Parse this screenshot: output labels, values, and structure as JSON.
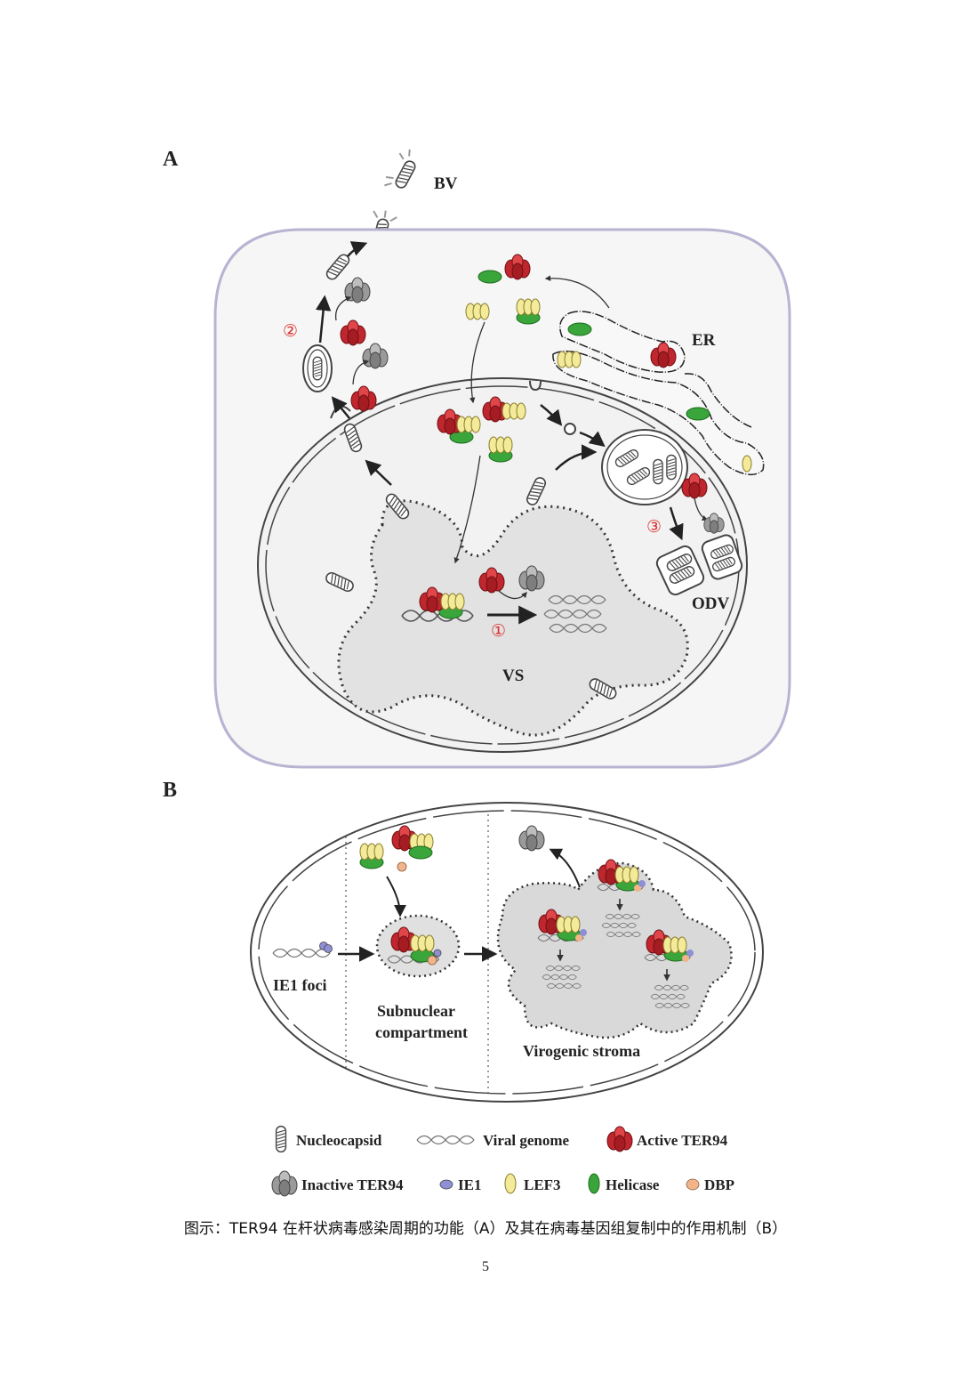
{
  "panel_a": {
    "label": "A",
    "bv_label": "BV",
    "er_label": "ER",
    "odv_label": "ODV",
    "vs_label": "VS",
    "step_1": "①",
    "step_2": "②",
    "step_3": "③"
  },
  "panel_b": {
    "label": "B",
    "ie1_foci_label": "IE1 foci",
    "subnuclear_line1": "Subnuclear",
    "subnuclear_line2": "compartment",
    "virogenic_label": "Virogenic stroma"
  },
  "legend": {
    "nucleocapsid": "Nucleocapsid",
    "viral_genome": "Viral genome",
    "active_ter94": "Active TER94",
    "inactive_ter94": "Inactive TER94",
    "ie1": "IE1",
    "lef3": "LEF3",
    "helicase": "Helicase",
    "dbp": "DBP"
  },
  "caption": "图示：TER94 在杆状病毒感染周期的功能（A）及其在病毒基因组复制中的作用机制（B）",
  "page_number": "5",
  "colors": {
    "active_ter94": "#c0262d",
    "inactive_ter94": "#8a8a8a",
    "ie1": "#8f8fd6",
    "lef3": "#f3ea9a",
    "helicase": "#3aa53a",
    "dbp": "#f2b48a",
    "cell_border": "#b7b4d2",
    "stroma": "#d9d9d9"
  }
}
